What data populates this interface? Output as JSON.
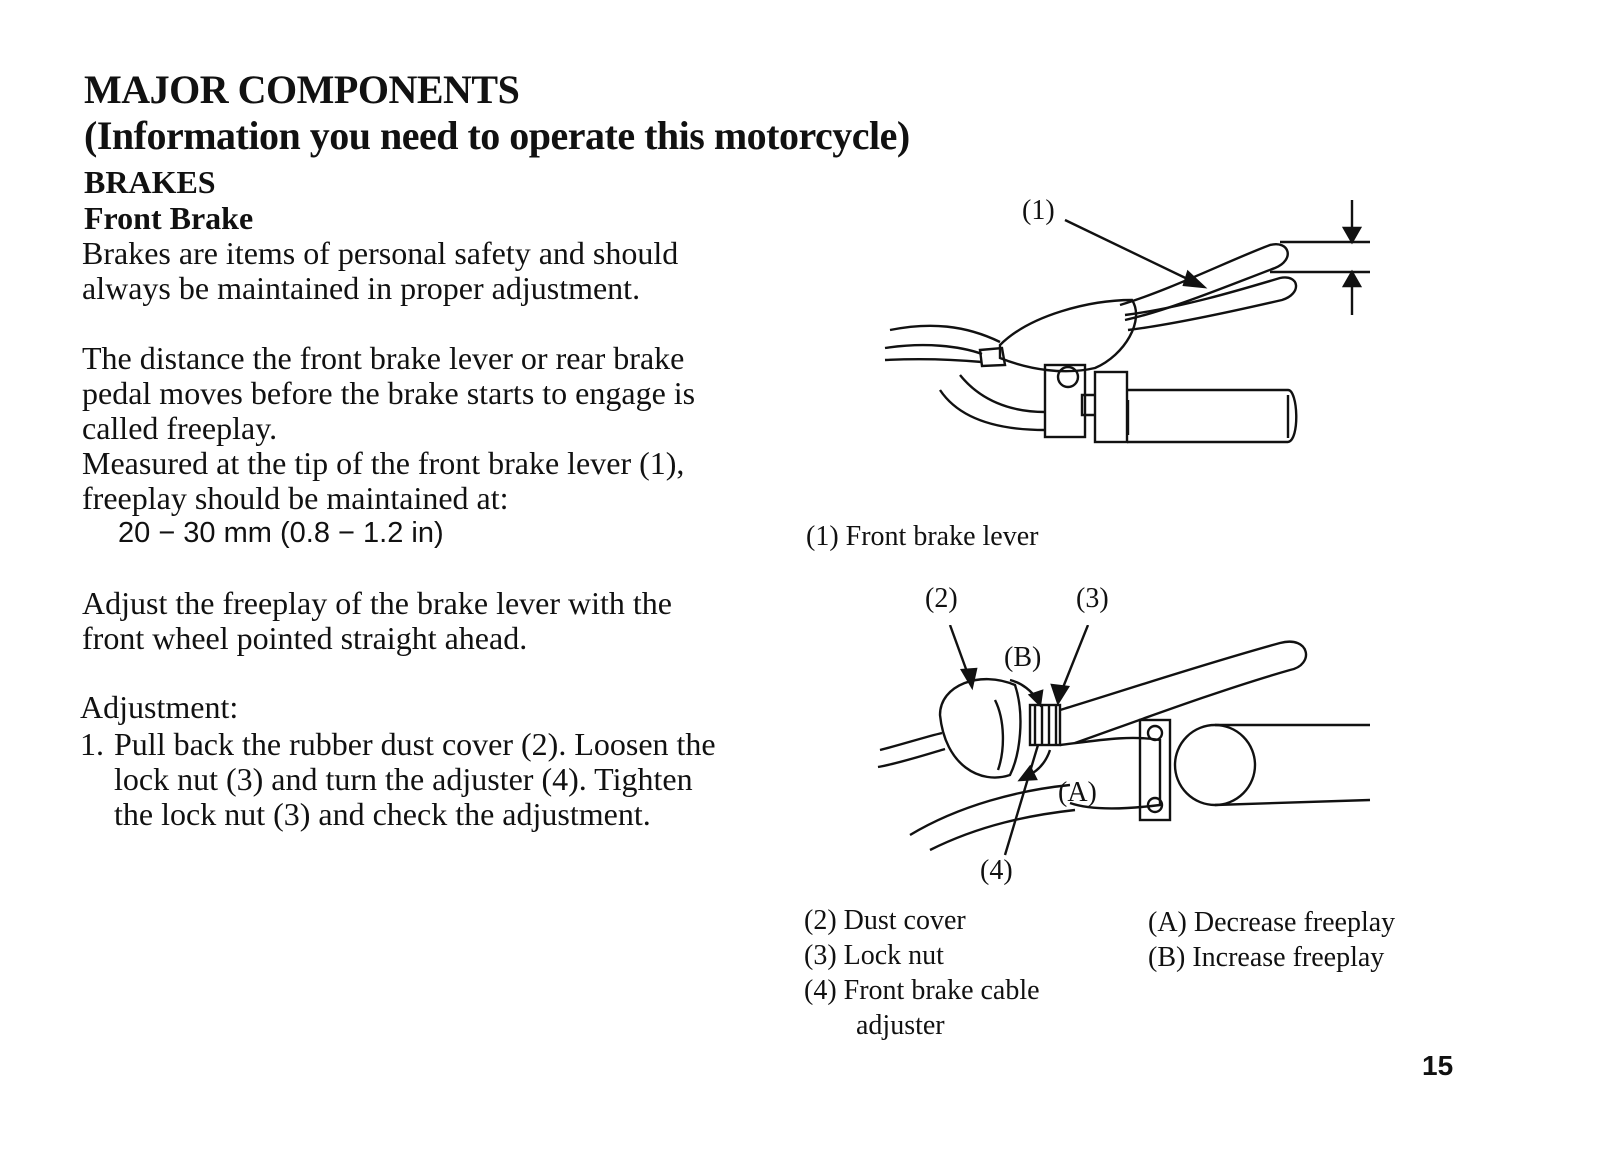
{
  "header": {
    "title": "MAJOR COMPONENTS",
    "subtitle": "(Information you need to operate this motorcycle)"
  },
  "section": {
    "title": "BRAKES",
    "subtitle": "Front Brake"
  },
  "body": {
    "para1": "Brakes are items of personal safety and should always be maintained in proper adjustment.",
    "para2": "The distance the front brake lever or rear brake pedal moves before the brake starts to engage is called freeplay.",
    "para3": "Measured at the tip of the front brake lever (1), freeplay should be maintained at:",
    "spec": "20 − 30 mm (0.8 − 1.2 in)",
    "para4": "Adjust the freeplay of the brake lever with the front wheel pointed straight ahead.",
    "adjustment_label": "Adjustment:",
    "step1_number": "1.",
    "step1_text": "Pull back the rubber dust cover (2). Loosen the lock nut (3) and turn the adjuster (4). Tighten the lock nut (3) and check the adjustment."
  },
  "figure1": {
    "callout": "(1)",
    "caption": "(1) Front brake lever"
  },
  "figure2": {
    "callout_2": "(2)",
    "callout_3": "(3)",
    "callout_4": "(4)",
    "callout_A": "(A)",
    "callout_B": "(B)",
    "captions_left": [
      "(2) Dust cover",
      "(3) Lock nut",
      "(4) Front brake cable",
      "adjuster"
    ],
    "captions_right": [
      "(A) Decrease freeplay",
      "(B) Increase freeplay"
    ]
  },
  "page_number": "15"
}
